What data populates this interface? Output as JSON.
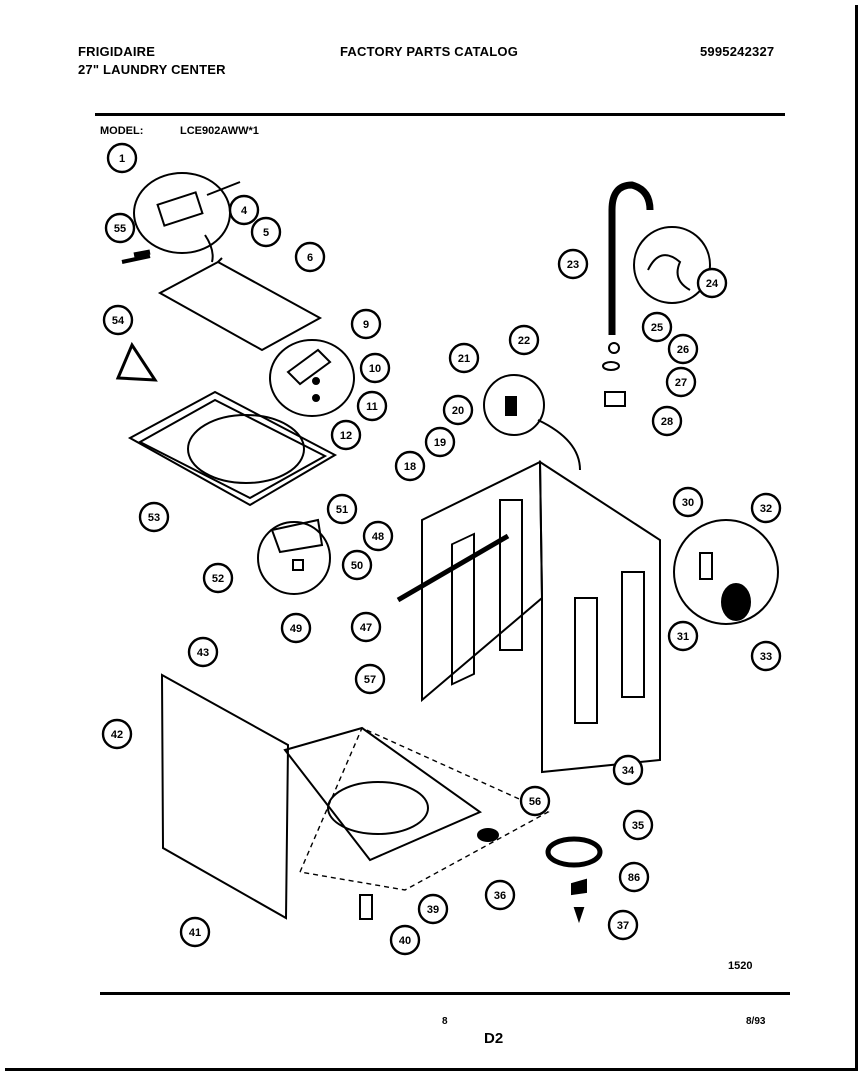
{
  "header": {
    "brand": "FRIGIDAIRE",
    "product": "27\" LAUNDRY CENTER",
    "catalog": "FACTORY PARTS CATALOG",
    "part_number": "5995242327"
  },
  "model": {
    "label": "MODEL:",
    "value": "LCE902AWW*1"
  },
  "callouts": [
    "1",
    "4",
    "5",
    "6",
    "55",
    "54",
    "9",
    "10",
    "11",
    "12",
    "53",
    "51",
    "50",
    "52",
    "49",
    "23",
    "24",
    "25",
    "26",
    "27",
    "28",
    "21",
    "22",
    "20",
    "19",
    "18",
    "48",
    "47",
    "57",
    "30",
    "32",
    "31",
    "33",
    "43",
    "42",
    "41",
    "39",
    "40",
    "36",
    "56",
    "34",
    "35",
    "86",
    "37"
  ],
  "footer": {
    "figure_code": "1520",
    "page": "8",
    "sheet": "D2",
    "date": "8/93"
  }
}
